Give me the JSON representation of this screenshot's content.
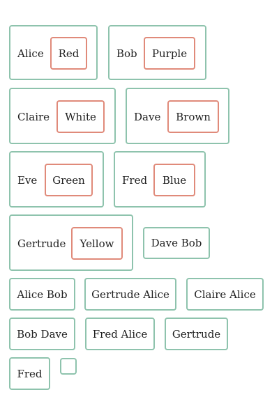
{
  "cards": [
    {
      "name": "Alice",
      "color": "Red"
    },
    {
      "name": "Bob",
      "color": "Purple"
    },
    {
      "name": "Claire",
      "color": "White"
    },
    {
      "name": "Dave",
      "color": "Brown"
    },
    {
      "name": "Eve",
      "color": "Green"
    },
    {
      "name": "Fred",
      "color": "Blue"
    },
    {
      "name": "Gertrude",
      "color": "Yellow"
    }
  ],
  "chips": [
    "Dave Bob",
    "Alice Bob",
    "Gertrude Alice",
    "Claire Alice",
    "Bob Dave",
    "Fred Alice",
    "Gertrude",
    "Fred",
    ""
  ],
  "colors": {
    "card_border": "#8ec3ad",
    "color_border": "#e08a7a"
  }
}
